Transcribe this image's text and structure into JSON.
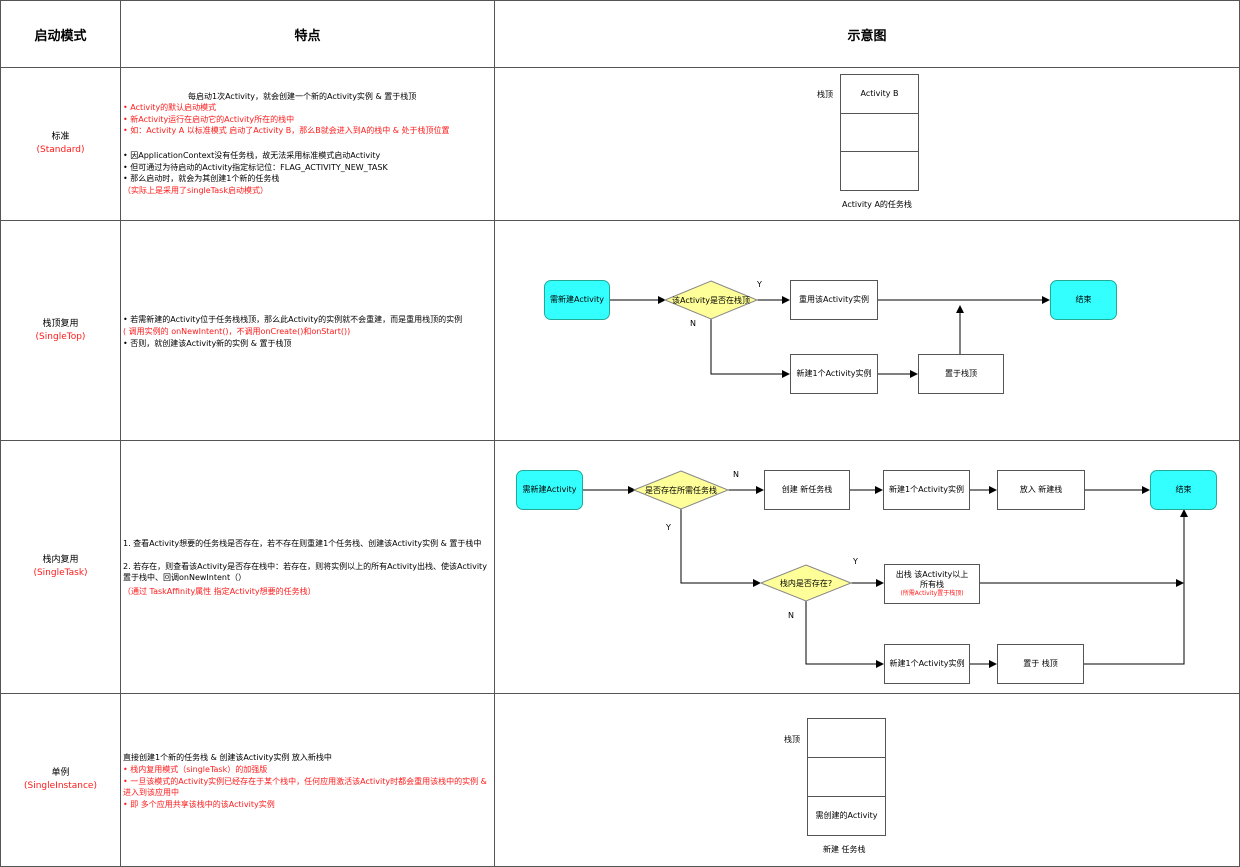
{
  "headers": {
    "mode": "启动模式",
    "features": "特点",
    "diagram": "示意图"
  },
  "rows": [
    {
      "mode_name": "标准",
      "mode_en": "(Standard)",
      "features": [
        {
          "text": "每启动1次Activity，就会创建一个新的Activity实例 & 置于栈顶",
          "red": false
        },
        {
          "text": "• Activity的默认启动模式",
          "red": true
        },
        {
          "text": "• 新Activity运行在启动它的Activity所在的栈中",
          "red": true
        },
        {
          "text": "• 如：Activity A 以标准模式 启动了Activity B，那么B就会进入到A的栈中 & 处于栈顶位置",
          "red": true
        },
        {
          "text": "",
          "red": false
        },
        {
          "text": "• 因ApplicationContext没有任务栈，故无法采用标准模式启动Activity",
          "red": false
        },
        {
          "text": "• 但可通过为待启动的Activity指定标记位：FLAG_ACTIVITY_NEW_TASK",
          "red": false
        },
        {
          "text": "• 那么启动时，就会为其创建1个新的任务栈",
          "red": false
        },
        {
          "text": "（实际上是采用了singleTask启动模式）",
          "red": true
        }
      ],
      "diagram": {
        "top_label": "栈顶",
        "box1": "Activity B",
        "caption": "Activity A的任务栈"
      }
    },
    {
      "mode_name": "栈顶复用",
      "mode_en": "(SingleTop)",
      "features": [
        {
          "text": "• 若需新建的Activity位于任务栈栈顶，那么此Activity的实例就不会重建，而是重用栈顶的实例",
          "red": false
        },
        {
          "text": "( 调用实例的 onNewIntent()，不调用onCreate()和onStart())",
          "red": true
        },
        {
          "text": "• 否则，就创建该Activity新的实例 & 置于栈顶",
          "red": false
        }
      ],
      "diagram": {
        "start": "需新建Activity",
        "decision": "该Activity是否在栈顶",
        "yes": "Y",
        "no": "N",
        "reuse": "重用该Activity实例",
        "new_instance": "新建1个Activity实例",
        "push_top": "置于栈顶",
        "end": "结束"
      }
    },
    {
      "mode_name": "栈内复用",
      "mode_en": "(SingleTask)",
      "features": [
        {
          "text": "1. 查看Activity想要的任务栈是否存在，若不存在则重建1个任务栈、创建该Activity实例 & 置于栈中",
          "red": false
        },
        {
          "text": "2. 若存在，则查看该Activity是否存在栈中：若存在，则将实例以上的所有Activity出栈、使该Activity置于栈中、回调onNewIntent（）",
          "red": false
        },
        {
          "text": "（通过 TaskAffinity属性 指定Activity想要的任务栈）",
          "red": true
        }
      ],
      "diagram": {
        "start": "需新建Activity",
        "decision1": "是否存在所需任务栈",
        "no1": "N",
        "yes1": "Y",
        "create_stack": "创建 新任务栈",
        "new_instance1": "新建1个Activity实例",
        "push_new_stack": "放入 新建栈",
        "end": "结束",
        "decision2": "栈内是否存在?",
        "yes2": "Y",
        "no2": "N",
        "pop_text": "出栈 该Activity以上所有栈",
        "pop_note": "(所需Activity置于栈顶)",
        "new_instance2": "新建1个Activity实例",
        "push_top": "置于 栈顶"
      }
    },
    {
      "mode_name": "单例",
      "mode_en": "(SingleInstance)",
      "features": [
        {
          "text": "直接创建1个新的任务栈 & 创建该Activity实例 放入新栈中",
          "red": false
        },
        {
          "text": "• 栈内复用模式（singleTask）的加强版",
          "red": true
        },
        {
          "text": "• 一旦该模式的Activity实例已经存在于某个栈中，任何应用激活该Activity时都会重用该栈中的实例 & 进入到该应用中",
          "red": true
        },
        {
          "text": "• 即 多个应用共享该栈中的该Activity实例",
          "red": true
        }
      ],
      "diagram": {
        "top_label": "栈顶",
        "box3": "需创建的Activity",
        "caption": "新建 任务栈"
      }
    }
  ],
  "colors": {
    "accent_red": "#ff1a1a",
    "terminal_fill": "#33ffff",
    "decision_fill": "#ffff99"
  }
}
